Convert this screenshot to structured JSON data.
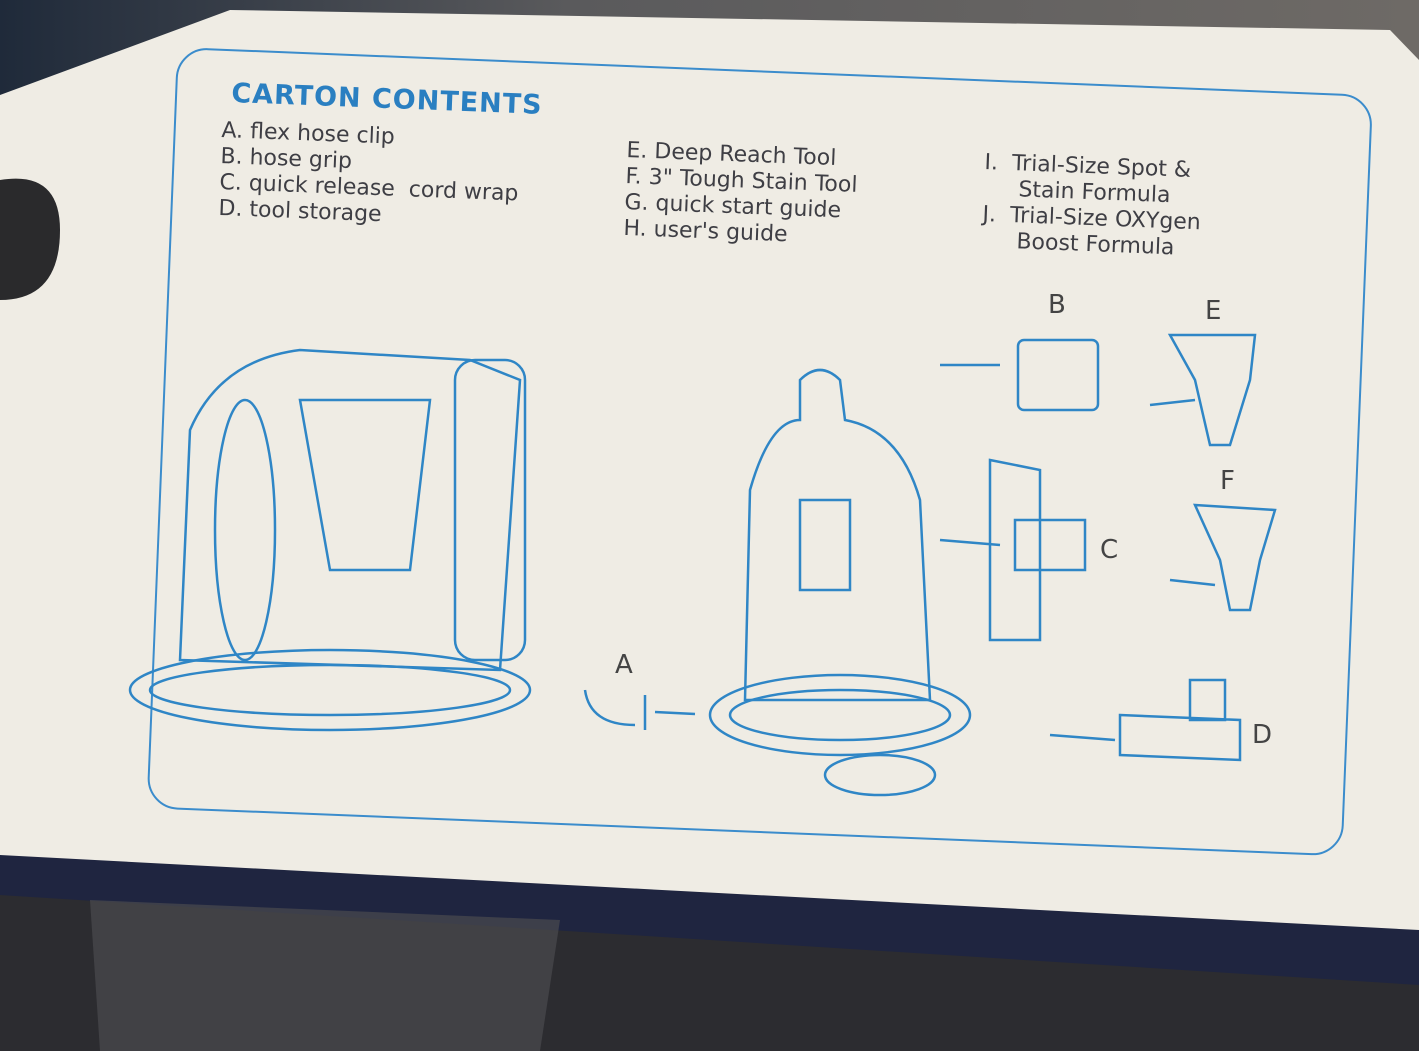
{
  "title": "CARTON CONTENTS",
  "col1": [
    "A. flex hose clip",
    "B. hose grip",
    "C. quick release  cord wrap",
    "D. tool storage"
  ],
  "col2": [
    "E. Deep Reach Tool",
    "F. 3\" Tough Stain Tool",
    "G. quick start guide",
    "H. user's guide"
  ],
  "col3": [
    "I.  Trial-Size Spot &",
    "     Stain Formula",
    "J.  Trial-Size OXYgen",
    "     Boost Formula"
  ],
  "part_labels": {
    "a": "A",
    "b": "B",
    "c": "C",
    "d": "D",
    "e": "E",
    "f": "F"
  },
  "colors": {
    "accent": "#2a7fc1",
    "cardboard": "#efece4",
    "line": "#2f86c6"
  }
}
